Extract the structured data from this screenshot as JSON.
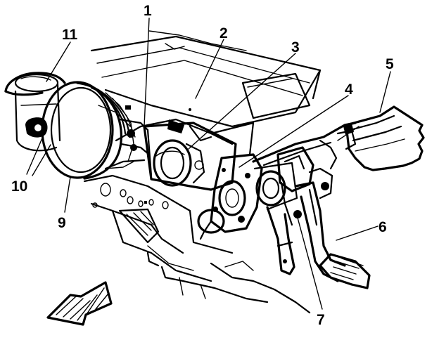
{
  "callouts": [
    {
      "id": "1",
      "text": "1"
    },
    {
      "id": "2",
      "text": "2"
    },
    {
      "id": "3",
      "text": "3"
    },
    {
      "id": "4",
      "text": "4"
    },
    {
      "id": "5",
      "text": "5"
    },
    {
      "id": "6",
      "text": "6"
    },
    {
      "id": "7",
      "text": "7"
    },
    {
      "id": "9",
      "text": "9"
    },
    {
      "id": "10",
      "text": "10"
    },
    {
      "id": "11",
      "text": "11"
    }
  ],
  "colors": {
    "ink": "#000000",
    "paper": "#ffffff"
  }
}
